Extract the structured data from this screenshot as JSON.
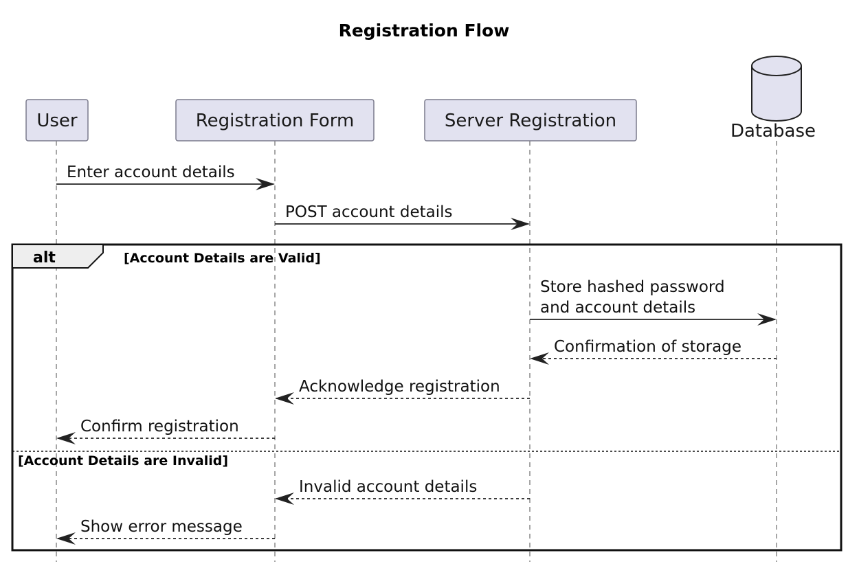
{
  "title": "Registration Flow",
  "participants": [
    {
      "id": "user",
      "label": "User",
      "kind": "box"
    },
    {
      "id": "form",
      "label": "Registration Form",
      "kind": "box"
    },
    {
      "id": "server",
      "label": "Server Registration",
      "kind": "box"
    },
    {
      "id": "db",
      "label": "Database",
      "kind": "database"
    }
  ],
  "messages": [
    {
      "from": "user",
      "to": "form",
      "lines": [
        "Enter account details"
      ],
      "style": "solid"
    },
    {
      "from": "form",
      "to": "server",
      "lines": [
        "POST account details"
      ],
      "style": "solid"
    },
    {
      "from": "server",
      "to": "db",
      "lines": [
        "Store hashed password",
        " and account details"
      ],
      "style": "solid"
    },
    {
      "from": "db",
      "to": "server",
      "lines": [
        "Confirmation of storage"
      ],
      "style": "dashed"
    },
    {
      "from": "server",
      "to": "form",
      "lines": [
        "Acknowledge registration"
      ],
      "style": "dashed"
    },
    {
      "from": "form",
      "to": "user",
      "lines": [
        "Confirm registration"
      ],
      "style": "dashed"
    },
    {
      "from": "server",
      "to": "form",
      "lines": [
        "Invalid account details"
      ],
      "style": "dashed"
    },
    {
      "from": "form",
      "to": "user",
      "lines": [
        "Show error message"
      ],
      "style": "dashed"
    }
  ],
  "fragment": {
    "keyword": "alt",
    "branches": [
      {
        "guard": "[Account Details are Valid]"
      },
      {
        "guard": "[Account Details are Invalid]"
      }
    ]
  },
  "colors": {
    "participant_fill": "#e2e2f0",
    "line": "#222222"
  }
}
